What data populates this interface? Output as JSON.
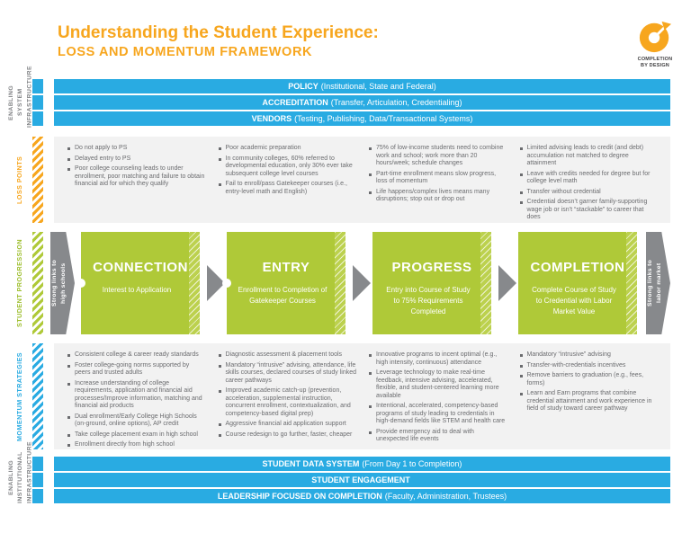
{
  "header": {
    "title_line1": "Understanding the Student Experience:",
    "title_line2": "LOSS AND MOMENTUM FRAMEWORK",
    "logo_line1": "COMPLETION",
    "logo_line2": "BY DESIGN"
  },
  "colors": {
    "accent_blue": "#29ABE2",
    "accent_green": "#AFC938",
    "accent_orange": "#F7A61E",
    "tab_gray": "#87898C",
    "panel_gray": "#F2F2F2"
  },
  "enabling_system": {
    "label_line1": "ENABLING SYSTEM",
    "label_line2": "INFRASTRUCTURE",
    "bars": [
      {
        "title": "POLICY",
        "subtitle": "(Institutional, State and Federal)"
      },
      {
        "title": "ACCREDITATION",
        "subtitle": "(Transfer, Articulation, Credentialing)"
      },
      {
        "title": "VENDORS",
        "subtitle": "(Testing, Publishing, Data/Transactional Systems)"
      }
    ]
  },
  "loss_points": {
    "label": "LOSS POINTS",
    "columns": [
      [
        "Do not apply to PS",
        "Delayed entry to PS",
        "Poor college counseling leads to under enrollment, poor matching and failure to obtain financial aid for which they qualify"
      ],
      [
        "Poor academic preparation",
        "In community colleges, 60% referred to developmental education, only 30% ever take subsequent college level courses",
        "Fail to enroll/pass Gatekeeper courses (i.e., entry-level math and English)"
      ],
      [
        "75% of low-income students need to combine work and school; work more than 20 hours/week; schedule changes",
        "Part-time enrollment means slow progress, loss of momentum",
        "Life happens/complex lives means many disruptions; stop out or drop out"
      ],
      [
        "Limited advising leads to credit (and debt) accumulation not matched to degree attainment",
        "Leave with credits needed for degree but for college level math",
        "Transfer without credential",
        "Credential doesn’t garner family-supporting wage job or isn’t “stackable” to career that does"
      ]
    ]
  },
  "progression": {
    "label": "STUDENT PROGRESSION",
    "left_tab_line1": "Strong links to",
    "left_tab_line2": "high schools",
    "right_tab_line1": "Strong links to",
    "right_tab_line2": "labor market",
    "stages": [
      {
        "title": "CONNECTION",
        "subtitle": "Interest to Application"
      },
      {
        "title": "ENTRY",
        "subtitle": "Enrollment to Completion of Gatekeeper Courses"
      },
      {
        "title": "PROGRESS",
        "subtitle": "Entry into Course of Study to 75% Requirements Completed"
      },
      {
        "title": "COMPLETION",
        "subtitle": "Complete Course of Study to Credential with Labor Market Value"
      }
    ]
  },
  "momentum": {
    "label": "MOMENTUM STRATEGIES",
    "columns": [
      [
        "Consistent college & career ready standards",
        "Foster college-going norms supported by peers and trusted adults",
        "Increase understanding of college requirements, application and financial aid processes/Improve information, matching and financial aid products",
        "Dual enrollment/Early College High Schools (on-ground, online options), AP credit",
        "Take college placement exam in high school",
        "Enrollment directly from high school"
      ],
      [
        "Diagnostic assessment & placement tools",
        "Mandatory “intrusive” advising, attendance, life skills courses, declared courses of study linked career pathways",
        "Improved academic catch-up (prevention, acceleration, supplemental instruction, concurrent enrollment, contextualization, and competency-based digital prep)",
        "Aggressive financial aid application support",
        "Course redesign to go further, faster, cheaper"
      ],
      [
        "Innovative programs to incent optimal (e.g., high intensity, continuous) attendance",
        "Leverage technology to make real-time feedback, intensive advising, accelerated, flexible, and student-centered learning more available",
        "Intentional, accelerated, competency-based programs of study leading to credentials in high-demand fields like STEM and health care",
        "Provide emergency aid to deal with unexpected life events"
      ],
      [
        "Mandatory “intrusive” advising",
        "Transfer-with-credentials incentives",
        "Remove barriers to graduation (e.g., fees, forms)",
        "Learn and Earn programs that combine credential attainment and work experience in field of study toward career pathway"
      ]
    ]
  },
  "enabling_institutional": {
    "label_line1": "ENABLING INSTITUTIONAL",
    "label_line2": "INFRASTRUCTURE",
    "bars": [
      {
        "title": "STUDENT DATA SYSTEM",
        "subtitle": "(From Day 1 to Completion)"
      },
      {
        "title": "STUDENT ENGAGEMENT",
        "subtitle": ""
      },
      {
        "title": "LEADERSHIP FOCUSED ON COMPLETION",
        "subtitle": "(Faculty, Administration, Trustees)"
      }
    ]
  }
}
